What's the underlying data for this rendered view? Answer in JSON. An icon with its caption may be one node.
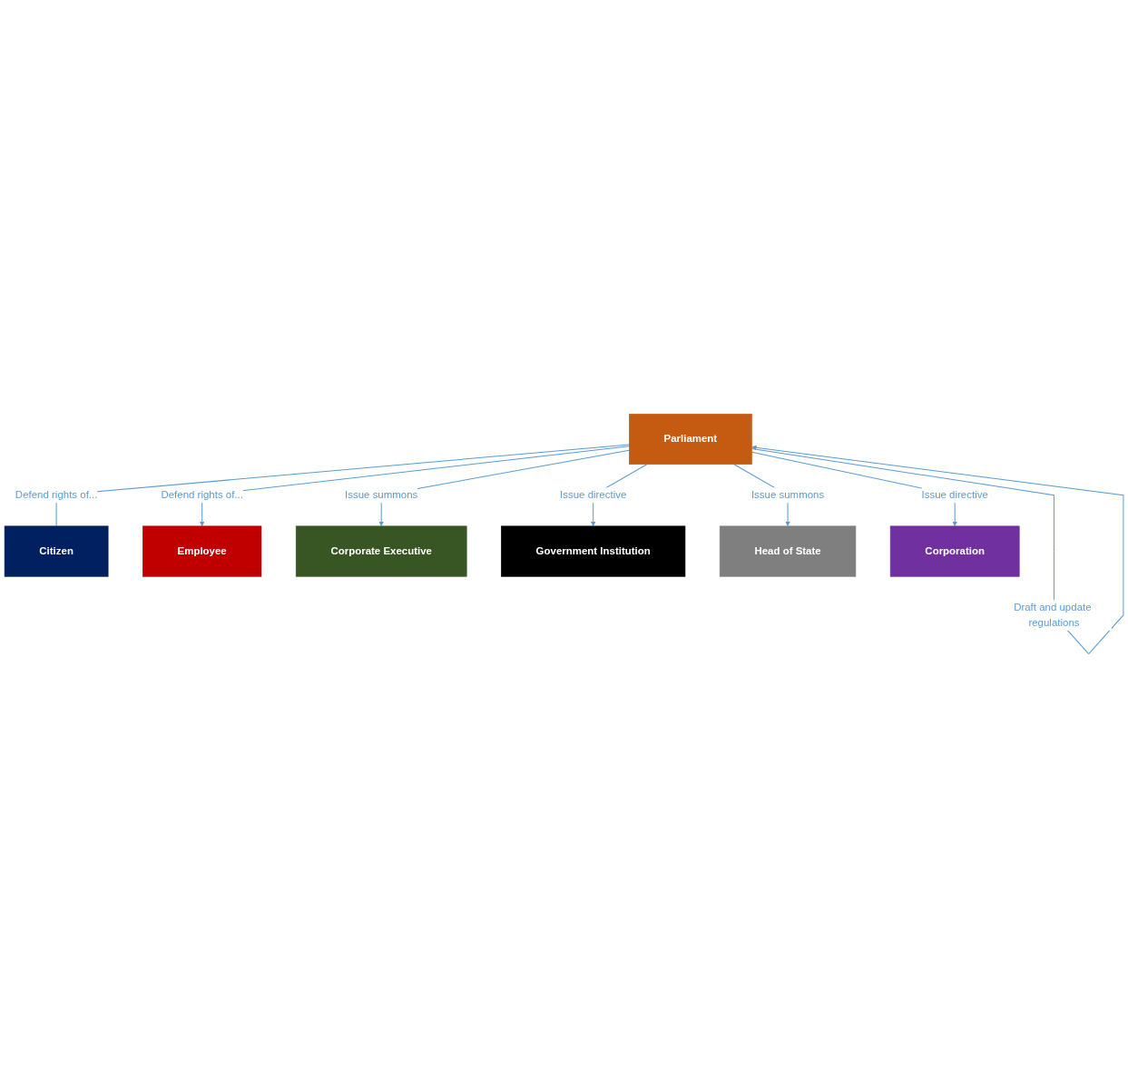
{
  "diagram": {
    "nodes": [
      {
        "text": [
          "Citizen"
        ]
      },
      {
        "text": [
          "Parliament"
        ]
      },
      {
        "text": [
          "Employee"
        ]
      },
      {
        "text": [
          "Corporate Executive"
        ]
      },
      {
        "text": [
          "Government Institution"
        ]
      },
      {
        "text": [
          "Head of State"
        ]
      },
      {
        "text": [
          "Corporation"
        ]
      }
    ],
    "edges": [
      {
        "from": 1,
        "to": 0,
        "arrow": "none",
        "label": "Defend rights of..."
      },
      {
        "from": 1,
        "to": 2,
        "arrow": "to",
        "label": "Defend rights of..."
      },
      {
        "from": 1,
        "to": 1,
        "arrow": "to",
        "label": "Draft and update regulations"
      },
      {
        "from": 1,
        "to": 4,
        "arrow": "to",
        "label": "Issue directive"
      },
      {
        "from": 1,
        "to": 3,
        "arrow": "to",
        "label": "Issue summons"
      },
      {
        "from": 1,
        "to": 6,
        "arrow": "to",
        "label": "Issue directive"
      },
      {
        "from": 1,
        "to": 5,
        "arrow": "to",
        "label": "Issue summons"
      }
    ]
  }
}
